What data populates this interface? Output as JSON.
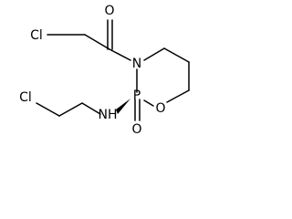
{
  "atoms": {
    "carbonyl_oxygen": "O",
    "chlorine_acyl": "Cl",
    "ring_nitrogen": "N",
    "phosphorus": "P",
    "amine_nh": "NH",
    "ring_oxygen": "O",
    "phosphoryl_oxygen": "O",
    "chlorine_ethyl": "Cl"
  }
}
